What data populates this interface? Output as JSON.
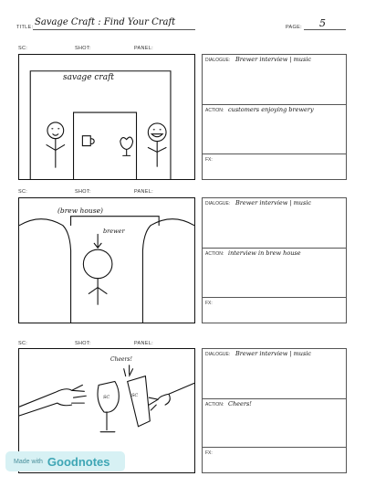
{
  "header": {
    "title_label": "TITLE:",
    "title_value": "Savage Craft : Find Your Craft",
    "page_label": "PAGE:",
    "page_value": "5"
  },
  "labels": {
    "sc": "SC:",
    "shot": "SHOT:",
    "panel": "PANEL:",
    "dialogue": "DIALOGUE:",
    "action": "ACTION:",
    "fx": "FX:"
  },
  "panels": [
    {
      "dialogue": "Brewer interview | music",
      "action": "customers enjoying brewery",
      "fx": "",
      "drawing_text": "savage craft"
    },
    {
      "dialogue": "Brewer interview | music",
      "action": "interview in brew house",
      "fx": "",
      "drawing_text": "(brew house)",
      "arrow_text": "brewer"
    },
    {
      "dialogue": "Brewer interview | music",
      "action": "Cheers!",
      "fx": "",
      "drawing_text": "Cheers!",
      "glass_label": "SC"
    }
  ],
  "badge": {
    "prefix": "Made with",
    "brand": "Goodnotes"
  }
}
